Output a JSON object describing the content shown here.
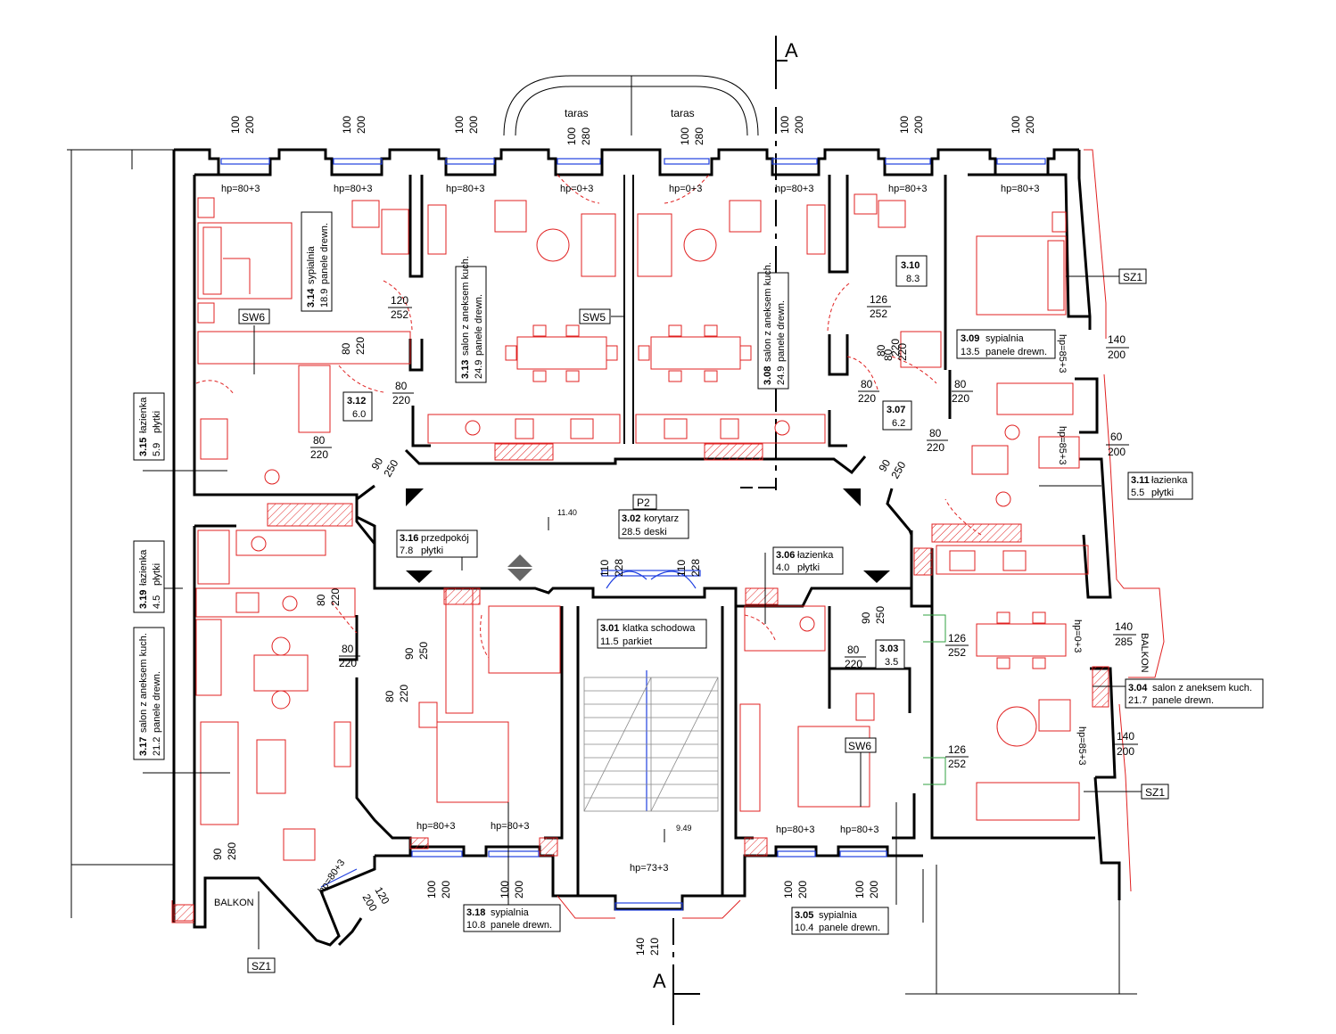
{
  "section": {
    "mark": "A"
  },
  "colors": {
    "wall": "#000000",
    "furniture": "#e02020",
    "window": "#2040e0",
    "door_swing": "#30a040"
  },
  "rooms": [
    {
      "id": "r314",
      "number": "3.14",
      "name": "sypialnia",
      "area": "18.9",
      "finish": "panele drewn."
    },
    {
      "id": "r313",
      "number": "3.13",
      "name": "salon  z  aneksem kuch.",
      "area": "24.9",
      "finish": "panele drewn."
    },
    {
      "id": "r308",
      "number": "3.08",
      "name": "salon  z  aneksem kuch.",
      "area": "24.9",
      "finish": "panele drewn."
    },
    {
      "id": "r310",
      "number": "3.10",
      "name": "",
      "area": "8.3",
      "finish": ""
    },
    {
      "id": "r309",
      "number": "3.09",
      "name": "sypialnia",
      "area": "13.5",
      "finish": "panele drewn."
    },
    {
      "id": "r312",
      "number": "3.12",
      "name": "",
      "area": "6.0",
      "finish": ""
    },
    {
      "id": "r307",
      "number": "3.07",
      "name": "",
      "area": "6.2",
      "finish": ""
    },
    {
      "id": "r315",
      "number": "3.15",
      "name": "łazienka",
      "area": "5.9",
      "finish": "płytki"
    },
    {
      "id": "r311",
      "number": "3.11",
      "name": "łazienka",
      "area": "5.5",
      "finish": "płytki"
    },
    {
      "id": "r302",
      "number": "3.02",
      "name": "korytarz",
      "area": "28.5",
      "finish": "deski"
    },
    {
      "id": "r316",
      "number": "3.16",
      "name": "przedpokój",
      "area": "7.8",
      "finish": "płytki"
    },
    {
      "id": "r306",
      "number": "3.06",
      "name": "łazienka",
      "area": "4.0",
      "finish": "płytki"
    },
    {
      "id": "r319",
      "number": "3.19",
      "name": "łazienka",
      "area": "4.5",
      "finish": "płytki"
    },
    {
      "id": "r301",
      "number": "3.01",
      "name": "klatka  schodowa",
      "area": "11.5",
      "finish": "parkiet"
    },
    {
      "id": "r303",
      "number": "3.03",
      "name": "",
      "area": "3.5",
      "finish": ""
    },
    {
      "id": "r304",
      "number": "3.04",
      "name": "salon  z  aneksem kuch.",
      "area": "21.7",
      "finish": "panele drewn."
    },
    {
      "id": "r317",
      "number": "3.17",
      "name": "salon  z  aneksem kuch.",
      "area": "21.2",
      "finish": "panele drewn."
    },
    {
      "id": "r318",
      "number": "3.18",
      "name": "sypialnia",
      "area": "10.8",
      "finish": "panele drewn."
    },
    {
      "id": "r305",
      "number": "3.05",
      "name": "sypialnia",
      "area": "10.4",
      "finish": "panele drewn."
    }
  ],
  "labels": {
    "taras_left": "taras",
    "taras_right": "taras",
    "balkon_left": "BALKON",
    "balkon_right": "BALKON",
    "sw6_top": "SW6",
    "sw5": "SW5",
    "sw6_bottom": "SW6",
    "sz1_right_top": "SZ1",
    "sz1_right_bottom": "SZ1",
    "sz1_bottom": "SZ1",
    "p2": "P2",
    "level_corridor": "11.40",
    "level_stair": "9.49"
  },
  "window_dims": [
    {
      "id": "w1",
      "a": "100",
      "b": "200"
    },
    {
      "id": "w2",
      "a": "100",
      "b": "200"
    },
    {
      "id": "w3",
      "a": "100",
      "b": "200"
    },
    {
      "id": "w4",
      "a": "100",
      "b": "280"
    },
    {
      "id": "w5",
      "a": "100",
      "b": "280"
    },
    {
      "id": "w6",
      "a": "100",
      "b": "200"
    },
    {
      "id": "w7",
      "a": "100",
      "b": "200"
    },
    {
      "id": "w8",
      "a": "100",
      "b": "200"
    },
    {
      "id": "wb1",
      "a": "100",
      "b": "200"
    },
    {
      "id": "wb2",
      "a": "100",
      "b": "200"
    },
    {
      "id": "wb3",
      "a": "100",
      "b": "200"
    },
    {
      "id": "wb4",
      "a": "100",
      "b": "200"
    },
    {
      "id": "wb5",
      "a": "140",
      "b": "210"
    },
    {
      "id": "wl1",
      "a": "90",
      "b": "280"
    },
    {
      "id": "wl2",
      "a": "120",
      "b": "200"
    },
    {
      "id": "wr1",
      "a": "140",
      "b": "200"
    },
    {
      "id": "wr2",
      "a": "60",
      "b": "200"
    },
    {
      "id": "wr3",
      "a": "140",
      "b": "285"
    },
    {
      "id": "wr4",
      "a": "140",
      "b": "200"
    }
  ],
  "sill_heights": {
    "h1": "hp=80+3",
    "h2": "hp=80+3",
    "h3": "hp=80+3",
    "h4": "hp=0+3",
    "h5": "hp=0+3",
    "h6": "hp=80+3",
    "h7": "hp=80+3",
    "h8": "hp=80+3",
    "h9": "hp=85+3",
    "h10": "hp=85+3",
    "h11": "hp=0+3",
    "h12": "hp=85+3",
    "h13": "hp=80+3",
    "h14": "hp=80+3",
    "h15": "hp=73+3",
    "h16": "hp=80+3",
    "h17": "hp=80+3",
    "h18": "hp=80+3"
  },
  "door_dims": [
    {
      "id": "d1",
      "a": "120",
      "b": "252"
    },
    {
      "id": "d2",
      "a": "126",
      "b": "252"
    },
    {
      "id": "d3",
      "a": "80",
      "b": "220"
    },
    {
      "id": "d4",
      "a": "80",
      "b": "220"
    },
    {
      "id": "d5",
      "a": "80",
      "b": "220"
    },
    {
      "id": "d6",
      "a": "80",
      "b": "220"
    },
    {
      "id": "d7",
      "a": "80",
      "b": "220"
    },
    {
      "id": "d8",
      "a": "80",
      "b": "220"
    },
    {
      "id": "d9",
      "a": "80",
      "b": "220"
    },
    {
      "id": "d10",
      "a": "90",
      "b": "250"
    },
    {
      "id": "d11",
      "a": "90",
      "b": "250"
    },
    {
      "id": "d12",
      "a": "110",
      "b": "228"
    },
    {
      "id": "d13",
      "a": "110",
      "b": "228"
    },
    {
      "id": "d14",
      "a": "80",
      "b": "220"
    },
    {
      "id": "d15",
      "a": "80",
      "b": "220"
    },
    {
      "id": "d16",
      "a": "90",
      "b": "250"
    },
    {
      "id": "d17",
      "a": "90",
      "b": "250"
    },
    {
      "id": "d18",
      "a": "80",
      "b": "220"
    },
    {
      "id": "d19",
      "a": "126",
      "b": "252"
    },
    {
      "id": "d20",
      "a": "80",
      "b": "220"
    },
    {
      "id": "d21",
      "a": "126",
      "b": "252"
    },
    {
      "id": "d22",
      "a": "80",
      "b": "220"
    }
  ]
}
